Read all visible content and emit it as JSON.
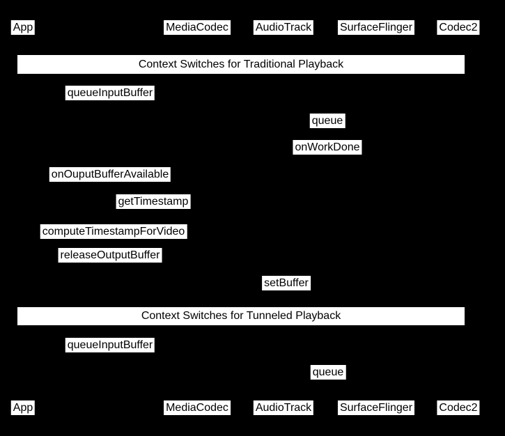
{
  "diagram": {
    "type": "sequence-diagram",
    "colors": {
      "background": "#000000",
      "label_fill": "#ffffff",
      "label_text": "#000000"
    },
    "participants": [
      "App",
      "MediaCodec",
      "AudioTrack",
      "SurfaceFlinger",
      "Codec2"
    ],
    "sections": [
      {
        "title": "Context Switches for Traditional Playback",
        "messages": [
          "queueInputBuffer",
          "queue",
          "onWorkDone",
          "onOuputBufferAvailable",
          "getTimestamp",
          "computeTimestampForVideo",
          "releaseOutputBuffer",
          "setBuffer"
        ]
      },
      {
        "title": "Context Switches for Tunneled Playback",
        "messages": [
          "queueInputBuffer",
          "queue"
        ]
      }
    ]
  }
}
